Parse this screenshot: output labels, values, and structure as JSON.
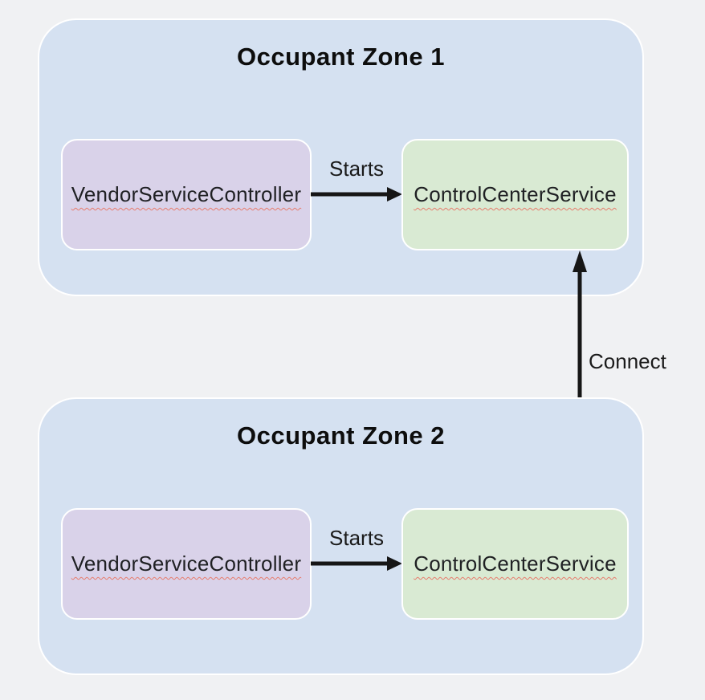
{
  "diagram": {
    "zones": [
      {
        "title": "Occupant Zone 1",
        "controller_label": "VendorServiceController",
        "service_label": "ControlCenterService",
        "edge_label": "Starts"
      },
      {
        "title": "Occupant Zone 2",
        "controller_label": "VendorServiceController",
        "service_label": "ControlCenterService",
        "edge_label": "Starts"
      }
    ],
    "connect_edge_label": "Connect",
    "colors": {
      "canvas_background": "#f0f1f3",
      "zone_fill": "#d5e1f1",
      "zone_border": "#ffffff",
      "controller_node_fill": "#d9d2e9",
      "service_node_fill": "#d9ead3",
      "node_border": "#ffffff",
      "arrow": "#161616",
      "label_text": "#1a1a1a",
      "spellcheck_underline": "#e77c6d"
    }
  }
}
